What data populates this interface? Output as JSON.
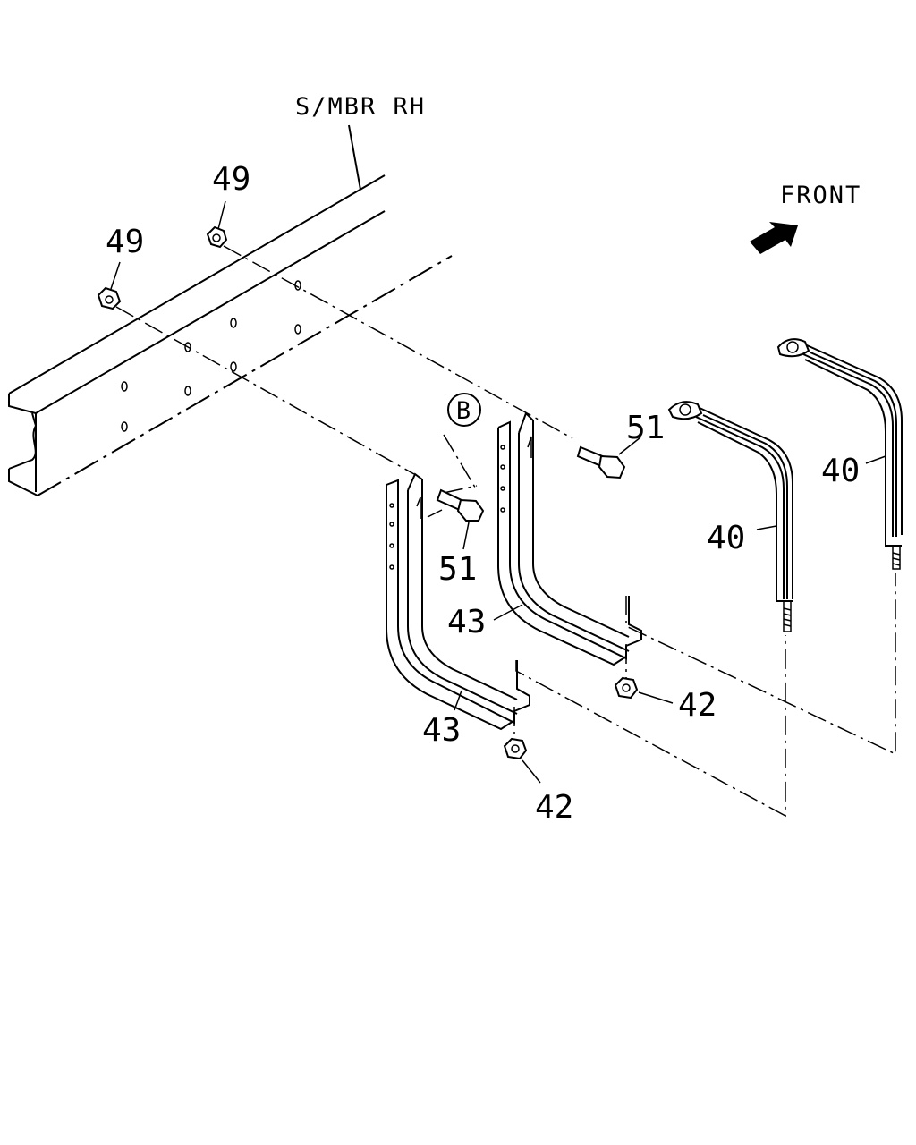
{
  "diagram": {
    "member_label": "S/MBR RH",
    "front_label": "FRONT",
    "view_marker": "B",
    "callouts": {
      "nut_49_a": "49",
      "nut_49_b": "49",
      "bolt_51_a": "51",
      "bolt_51_b": "51",
      "band_40_a": "40",
      "band_40_b": "40",
      "bracket_43_a": "43",
      "bracket_43_b": "43",
      "nut_42_a": "42",
      "nut_42_b": "42"
    },
    "colors": {
      "ink": "#000000",
      "paper": "#ffffff"
    }
  }
}
